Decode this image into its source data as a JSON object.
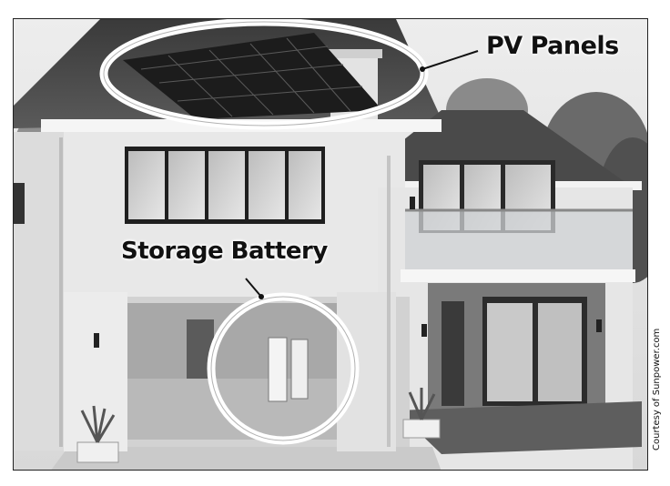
{
  "labels": {
    "pv_panels": "PV Panels",
    "storage_battery": "Storage Battery"
  },
  "credit": "Courtesy of Sunpower.com",
  "colors": {
    "frame_border": "#222222",
    "callout_ring": "#ffffff",
    "label_text": "#111111"
  }
}
